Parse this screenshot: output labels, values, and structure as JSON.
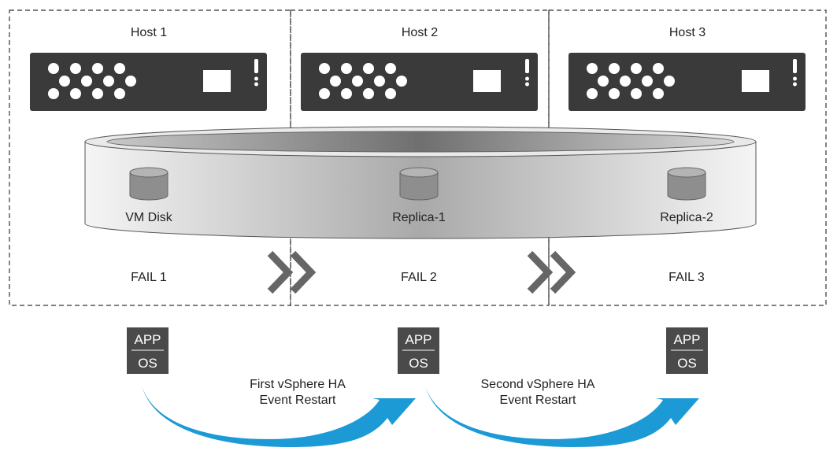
{
  "hosts": [
    {
      "title": "Host 1",
      "disk_label": "VM Disk",
      "fail_label": "FAIL 1"
    },
    {
      "title": "Host 2",
      "disk_label": "Replica-1",
      "fail_label": "FAIL 2"
    },
    {
      "title": "Host 3",
      "disk_label": "Replica-2",
      "fail_label": "FAIL 3"
    }
  ],
  "vms": [
    {
      "app": "APP",
      "os": "OS"
    },
    {
      "app": "APP",
      "os": "OS"
    },
    {
      "app": "APP",
      "os": "OS"
    }
  ],
  "restarts": [
    {
      "line1": "First vSphere HA",
      "line2": "Event Restart"
    },
    {
      "line1": "Second vSphere HA",
      "line2": "Event Restart"
    }
  ],
  "colors": {
    "server": "#3a3a3a",
    "arrow_blue": "#1b9ad6",
    "chevron": "#666666",
    "vm_box": "#4a4a4a"
  }
}
